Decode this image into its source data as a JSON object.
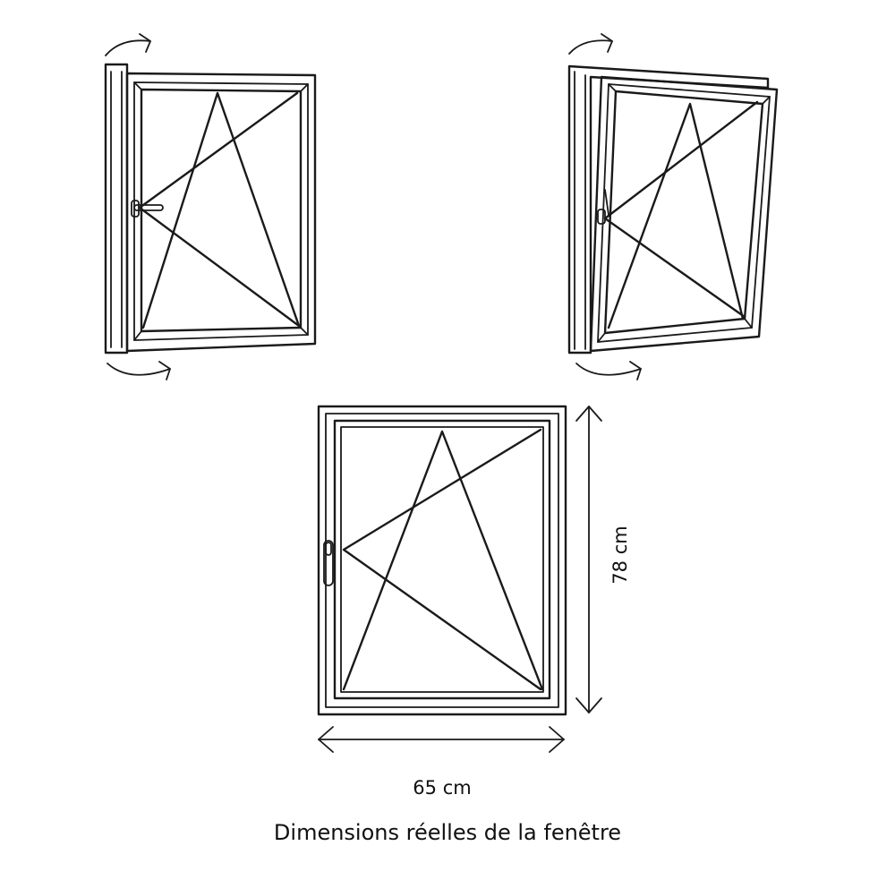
{
  "width_label": "65 cm",
  "height_label": "78 cm",
  "caption": "Dimensions réelles de la fenêtre",
  "icons": {
    "casement": "window-casement-open-icon",
    "tilt": "window-tilt-open-icon",
    "front": "window-front-view-icon",
    "rotate": "rotation-arrow-icon",
    "width_arrow": "double-arrow-horizontal-icon",
    "height_arrow": "double-arrow-vertical-icon"
  },
  "colors": {
    "line": "#1a1a1a",
    "background": "#ffffff"
  }
}
